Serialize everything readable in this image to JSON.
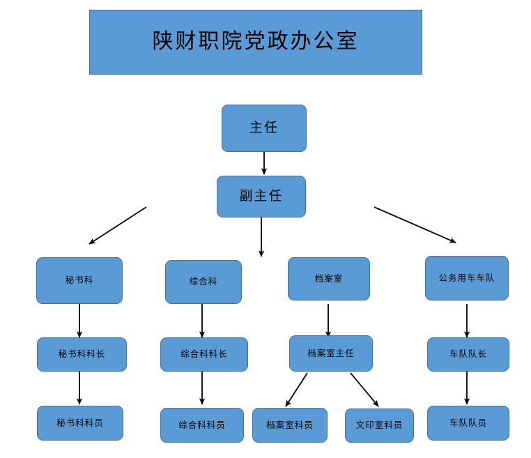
{
  "document": {
    "title": "陕财职院党政办公室",
    "background_color": "#FFFFFF",
    "node_fill_color": "#5B9BD5",
    "node_border_color": "#41719C",
    "connector_color": "#000000",
    "text_color": "#000000"
  },
  "chart_data": {
    "type": "diagram",
    "diagram_type": "organizational-chart",
    "title": "陕财职院党政办公室",
    "orientation": "top-down",
    "levels": 5,
    "nodes": [
      {
        "id": "title",
        "label": "陕财职院党政办公室",
        "level": 0,
        "shape": "rectangle"
      },
      {
        "id": "director",
        "label": "主任",
        "level": 1,
        "shape": "rounded-rectangle"
      },
      {
        "id": "vicedirector",
        "label": "副主任",
        "level": 2,
        "shape": "rounded-rectangle"
      },
      {
        "id": "dept1",
        "label": "秘书科",
        "level": 3,
        "shape": "rounded-rectangle"
      },
      {
        "id": "dept2",
        "label": "综合科",
        "level": 3,
        "shape": "rounded-rectangle"
      },
      {
        "id": "dept3",
        "label": "档案室",
        "level": 3,
        "shape": "rounded-rectangle"
      },
      {
        "id": "dept4",
        "label": "公务用车车队",
        "level": 3,
        "shape": "rounded-rectangle"
      },
      {
        "id": "role1",
        "label": "秘书科科长",
        "level": 4,
        "shape": "rounded-rectangle"
      },
      {
        "id": "role2",
        "label": "综合科科长",
        "level": 4,
        "shape": "rounded-rectangle"
      },
      {
        "id": "role3",
        "label": "档案室主任",
        "level": 4,
        "shape": "rounded-rectangle"
      },
      {
        "id": "role4",
        "label": "车队队长",
        "level": 4,
        "shape": "rounded-rectangle"
      },
      {
        "id": "staff1",
        "label": "秘书科科员",
        "level": 5,
        "shape": "rounded-rectangle"
      },
      {
        "id": "staff2",
        "label": "综合科科员",
        "level": 5,
        "shape": "rounded-rectangle"
      },
      {
        "id": "staff3",
        "label": "档案室科员",
        "level": 5,
        "shape": "rounded-rectangle"
      },
      {
        "id": "staff4",
        "label": "文印室科员",
        "level": 5,
        "shape": "rounded-rectangle"
      },
      {
        "id": "staff5",
        "label": "车队队员",
        "level": 5,
        "shape": "rounded-rectangle"
      }
    ],
    "edges": [
      {
        "from": "director",
        "to": "vicedirector",
        "style": "vertical-arrow"
      },
      {
        "from": "vicedirector",
        "to": "dept1",
        "style": "diagonal-arrow-left"
      },
      {
        "from": "vicedirector",
        "to": "dept3",
        "style": "vertical-arrow"
      },
      {
        "from": "vicedirector",
        "to": "dept4",
        "style": "diagonal-arrow-right"
      },
      {
        "from": "dept1",
        "to": "role1",
        "style": "vertical-arrow"
      },
      {
        "from": "dept2",
        "to": "role2",
        "style": "vertical-arrow"
      },
      {
        "from": "dept3",
        "to": "role3",
        "style": "vertical-arrow"
      },
      {
        "from": "dept4",
        "to": "role4",
        "style": "vertical-arrow"
      },
      {
        "from": "role1",
        "to": "staff1",
        "style": "vertical-arrow"
      },
      {
        "from": "role2",
        "to": "staff2",
        "style": "vertical-arrow"
      },
      {
        "from": "role3",
        "to": "staff3",
        "style": "diagonal-arrow-left"
      },
      {
        "from": "role3",
        "to": "staff4",
        "style": "diagonal-arrow-right"
      },
      {
        "from": "role4",
        "to": "staff5",
        "style": "vertical-arrow"
      }
    ]
  }
}
